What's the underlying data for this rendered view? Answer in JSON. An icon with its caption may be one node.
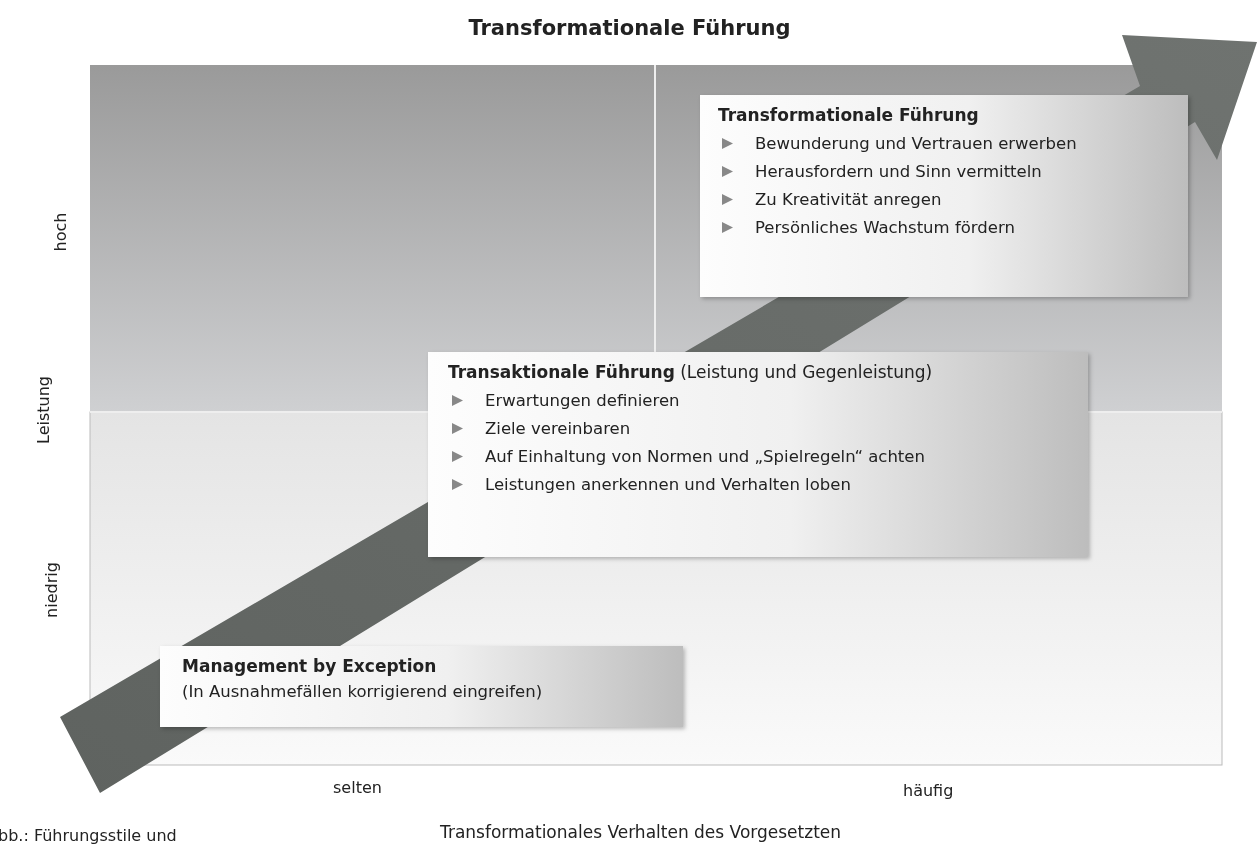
{
  "diagram": {
    "title": "Transformationale Führung",
    "nodes": [
      {
        "text": [
          "Transformationale Führung",
          "Bewunderung und Vertrauen erwerben",
          "Herausfordern und Sinn vermitteln",
          "Zu Kreativität anregen",
          "Persönliches Wachstum fördern"
        ]
      },
      {
        "text": [
          "**Transaktionale Führung** (Leistung und Gegenleistung)",
          "Erwartungen definieren",
          "Ziele vereinbaren",
          "Auf Einhaltung von Normen und „Spielregeln“ achten",
          "Leistungen anerkennen und Verhalten loben"
        ]
      },
      {
        "text": [
          "Management by Exception",
          "(In Ausnahmefällen korrigierend eingreifen)"
        ]
      }
    ],
    "edges": [],
    "labels": [
      "hoch",
      "Leistung",
      "niedrig",
      "selten",
      "häufig",
      "Transformationales Verhalten des Vorgesetzten",
      "bb.: Führungsstile und"
    ]
  }
}
